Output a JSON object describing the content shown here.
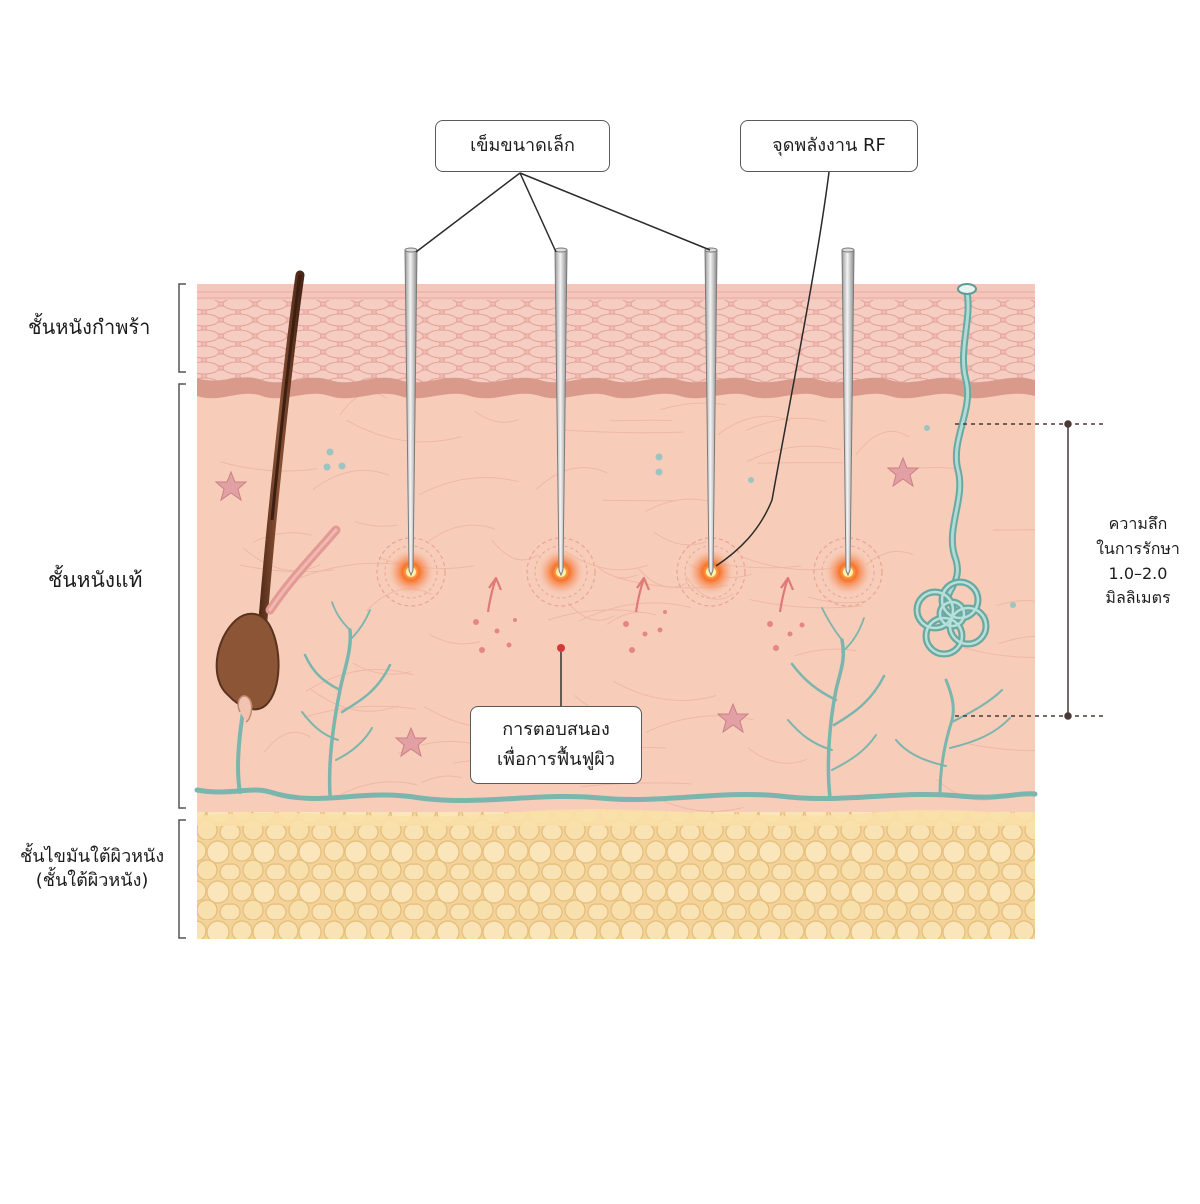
{
  "layers": {
    "epidermis": "ชั้นหนังกำพร้า",
    "dermis": "ชั้นหนังแท้",
    "subcutis_line1": "ชั้นไขมันใต้ผิวหนัง",
    "subcutis_line2": "(ชั้นใต้ผิวหนัง)"
  },
  "callouts": {
    "microneedles": "เข็มขนาดเล็ก",
    "rf_point": "จุดพลังงาน RF",
    "response_line1": "การตอบสนอง",
    "response_line2": "เพื่อการฟื้นฟูผิว"
  },
  "depth": {
    "line1": "ความลึก",
    "line2": "ในการรักษา",
    "line3": "1.0–2.0",
    "line4": "มิลลิเมตร"
  },
  "colors": {
    "epidermis": "#f3c3b8",
    "dermis": "#f7cdb9",
    "fat": "#f6d9a1",
    "vessel": "#7ab5ae",
    "hair": "#6b3b26",
    "rf_glow": "#f26a2a"
  }
}
